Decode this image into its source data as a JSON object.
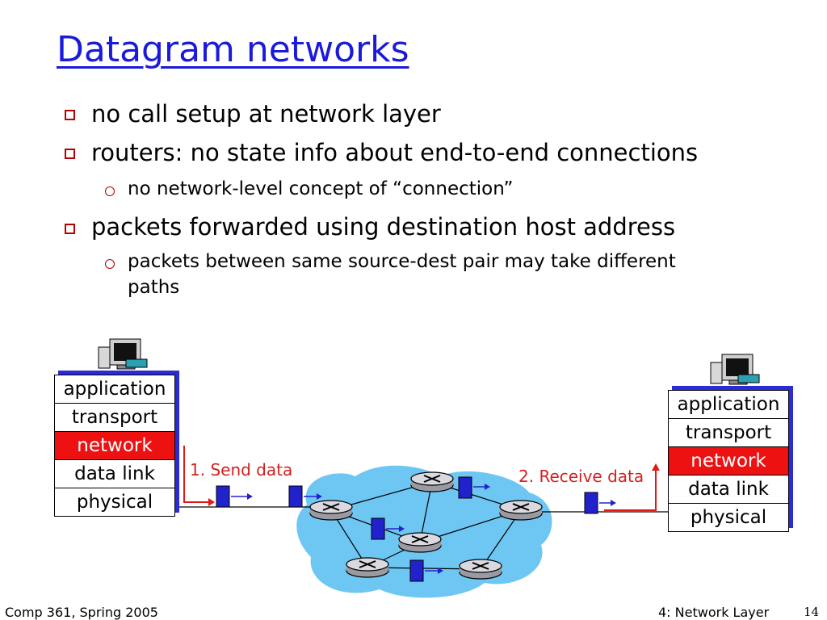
{
  "slide": {
    "title": "Datagram networks",
    "bullets": [
      {
        "text": "no call setup at network layer"
      },
      {
        "text": "routers: no state info about end-to-end connections",
        "sub": [
          "no network-level concept of “connection”"
        ]
      },
      {
        "text": "packets forwarded using destination host address",
        "sub": [
          "packets between same source-dest pair may take different",
          "paths"
        ]
      }
    ]
  },
  "diagram": {
    "left_stack": [
      "application",
      "transport",
      "network",
      "data link",
      "physical"
    ],
    "right_stack": [
      "application",
      "transport",
      "network",
      "data link",
      "physical"
    ],
    "send_label": "1. Send data",
    "receive_label": "2. Receive data",
    "colors": {
      "network_layer": "#ee1111",
      "cloud": "#6ec6f2",
      "packet": "#2222cc",
      "arrow": "#e01818"
    }
  },
  "footer": {
    "left": "Comp 361, Spring 2005",
    "right": "4: Network Layer",
    "page": "14"
  }
}
